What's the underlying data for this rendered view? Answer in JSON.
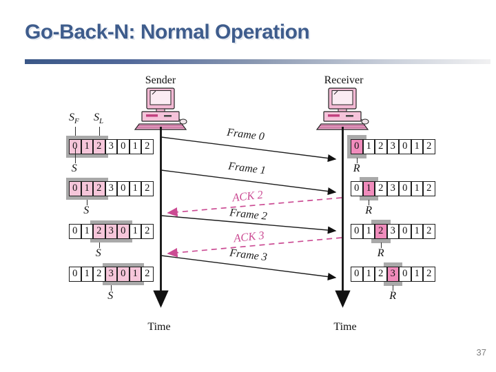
{
  "title": "Go-Back-N: Normal Operation",
  "page_number": "37",
  "colors": {
    "title_blue": "#3E5C8C",
    "ack_magenta": "#CB4B93",
    "window_pink_light": "#F6C6DA",
    "window_pink_dark": "#F08CBC",
    "band_gray": "#A9A9A9",
    "computer_pink": "#F3B9D4"
  },
  "diagram": {
    "sender_label": "Sender",
    "receiver_label": "Receiver",
    "time_label_sender": "Time",
    "time_label_receiver": "Time",
    "sf_label": {
      "main": "S",
      "sub": "F"
    },
    "sl_label": {
      "main": "S",
      "sub": "L"
    },
    "frames": [
      {
        "label": "Frame 0"
      },
      {
        "label": "Frame 1"
      },
      {
        "label": "Frame 2"
      },
      {
        "label": "Frame 3"
      }
    ],
    "acks": [
      {
        "label": "ACK 2"
      },
      {
        "label": "ACK 3"
      }
    ],
    "sender_windows": [
      {
        "cells": [
          "0",
          "1",
          "2",
          "3",
          "0",
          "1",
          "2"
        ],
        "window_start": 0,
        "window_end": 2,
        "window_shade": "light",
        "pointer_index": 0,
        "pointer_label": "S",
        "tall_tick": true
      },
      {
        "cells": [
          "0",
          "1",
          "2",
          "3",
          "0",
          "1",
          "2"
        ],
        "window_start": 0,
        "window_end": 2,
        "window_shade": "light",
        "pointer_index": 1,
        "pointer_label": "S"
      },
      {
        "cells": [
          "0",
          "1",
          "2",
          "3",
          "0",
          "1",
          "2"
        ],
        "window_start": 2,
        "window_end": 4,
        "window_shade": "light",
        "pointer_index": 2,
        "pointer_label": "S"
      },
      {
        "cells": [
          "0",
          "1",
          "2",
          "3",
          "0",
          "1",
          "2"
        ],
        "window_start": 3,
        "window_end": 5,
        "window_shade": "light",
        "pointer_index": 3,
        "pointer_label": "S"
      }
    ],
    "receiver_windows": [
      {
        "cells": [
          "0",
          "1",
          "2",
          "3",
          "0",
          "1",
          "2"
        ],
        "window_start": 0,
        "window_end": 0,
        "window_shade": "dark",
        "pointer_index": 0,
        "pointer_label": "R"
      },
      {
        "cells": [
          "0",
          "1",
          "2",
          "3",
          "0",
          "1",
          "2"
        ],
        "window_start": 1,
        "window_end": 1,
        "window_shade": "dark",
        "pointer_index": 1,
        "pointer_label": "R"
      },
      {
        "cells": [
          "0",
          "1",
          "2",
          "3",
          "0",
          "1",
          "2"
        ],
        "window_start": 2,
        "window_end": 2,
        "window_shade": "dark",
        "pointer_index": 2,
        "pointer_label": "R"
      },
      {
        "cells": [
          "0",
          "1",
          "2",
          "3",
          "0",
          "1",
          "2"
        ],
        "window_start": 3,
        "window_end": 3,
        "window_shade": "dark",
        "pointer_index": 3,
        "pointer_label": "R"
      }
    ]
  }
}
